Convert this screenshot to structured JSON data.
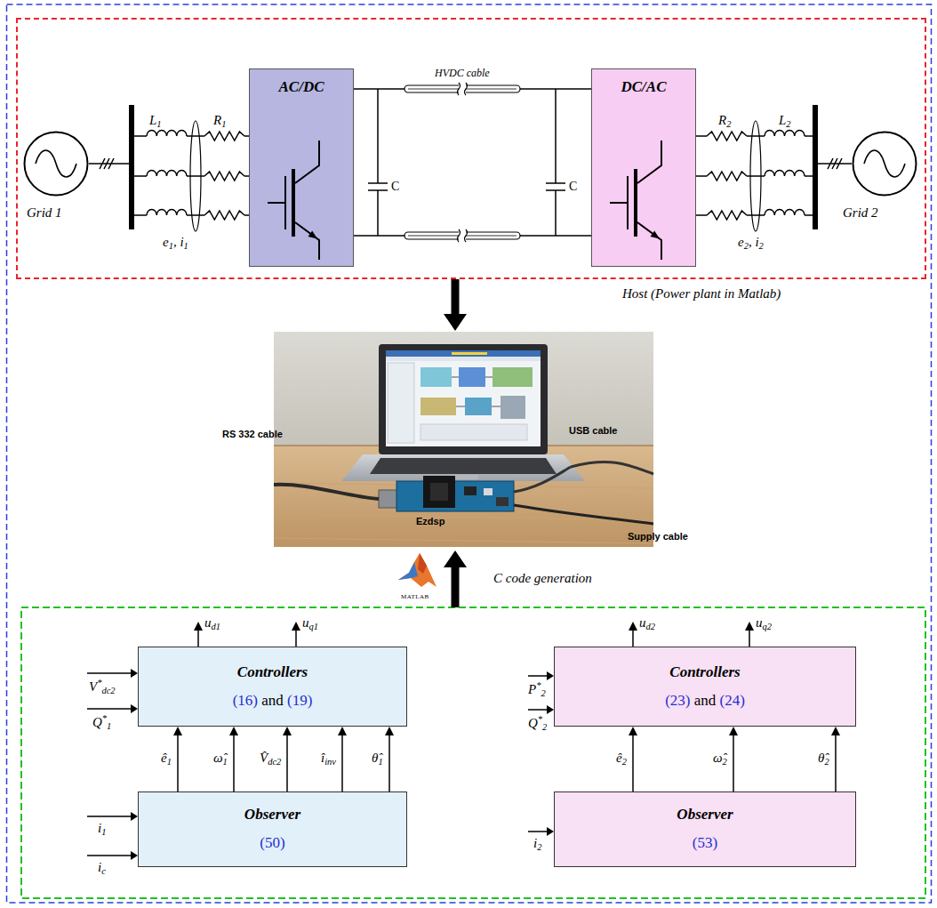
{
  "diagram": {
    "nodes": [
      {
        "text": [
          "Host (Power plant in Matlab)"
        ]
      },
      {
        "text": [
          "Grid 1"
        ],
        "in": 0
      },
      {
        "text": [
          "AC/DC"
        ],
        "in": 0
      },
      {
        "text": [
          "DC/AC"
        ],
        "in": 0
      },
      {
        "text": [
          "Grid 2"
        ],
        "in": 0
      },
      {
        "text": [
          "RS 332 cable",
          "USB cable",
          "Ezdsp",
          "Supply cable"
        ]
      },
      {
        "text": [
          "Controllers",
          "(16) and (19)"
        ]
      },
      {
        "text": [
          "Observer",
          "(50)"
        ]
      },
      {
        "text": [
          "Controllers",
          "(23) and (24)"
        ]
      },
      {
        "text": [
          "Observer",
          "(53)"
        ]
      }
    ],
    "edges": [
      {
        "from": 1,
        "to": 2,
        "arrow": "none"
      },
      {
        "from": 2,
        "to": 3,
        "label": "HVDC cable",
        "arrow": "none"
      },
      {
        "from": 3,
        "to": 4,
        "arrow": "none"
      },
      {
        "from": 0,
        "to": 5,
        "arrow": "to"
      },
      {
        "from": 7,
        "to": 6,
        "label": "ê1",
        "arrow": "to"
      },
      {
        "from": 7,
        "to": 6,
        "label": "ω̂1",
        "arrow": "to"
      },
      {
        "from": 7,
        "to": 6,
        "label": "V̂dc2",
        "arrow": "to"
      },
      {
        "from": 7,
        "to": 6,
        "label": "îinv",
        "arrow": "to"
      },
      {
        "from": 7,
        "to": 6,
        "label": "θ̂1",
        "arrow": "to"
      },
      {
        "from": 9,
        "to": 8,
        "label": "ê2",
        "arrow": "to"
      },
      {
        "from": 9,
        "to": 8,
        "label": "ω̂2",
        "arrow": "to"
      },
      {
        "from": 9,
        "to": 8,
        "label": "θ̂2",
        "arrow": "to"
      }
    ],
    "labels": [
      "L1",
      "R1",
      "e1, i1",
      "C",
      "C",
      "R2",
      "L2",
      "e2, i2",
      "MATLAB",
      "C code generation",
      "ud1",
      "uq1",
      "ud2",
      "uq2",
      "V*dc2",
      "Q*1",
      "P*2",
      "Q*2",
      "i1",
      "ic",
      "i2"
    ]
  }
}
